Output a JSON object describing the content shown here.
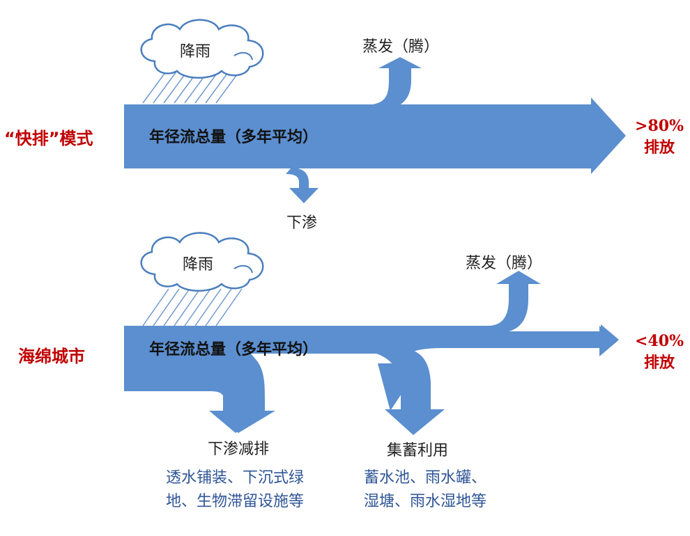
{
  "colors": {
    "flow_blue": "#5b8fcf",
    "flow_stroke": "#4a7ebd",
    "mode_label_red": "#c00000",
    "detail_text_blue": "#2f5597",
    "cloud_stroke": "#4a7ebd",
    "rain_line": "#6e98d2"
  },
  "fast_drain": {
    "mode_label": "“快排”模式",
    "rain_label": "降雨",
    "flow_label": "年径流总量（多年平均）",
    "evaporation_label": "蒸发（腾）",
    "infiltration_label": "下渗",
    "discharge_percent": ">80%",
    "discharge_label": "排放"
  },
  "sponge_city": {
    "mode_label": "海绵城市",
    "rain_label": "降雨",
    "flow_label": "年径流总量（多年平均）",
    "evaporation_label": "蒸发（腾）",
    "discharge_percent": "<40%",
    "discharge_label": "排放",
    "infiltration_title": "下渗减排",
    "infiltration_detail_1": "透水铺装、下沉式绿",
    "infiltration_detail_2": "地、生物滞留设施等",
    "storage_title": "集蓄利用",
    "storage_detail_1": "蓄水池、雨水罐、",
    "storage_detail_2": "湿塘、雨水湿地等"
  }
}
